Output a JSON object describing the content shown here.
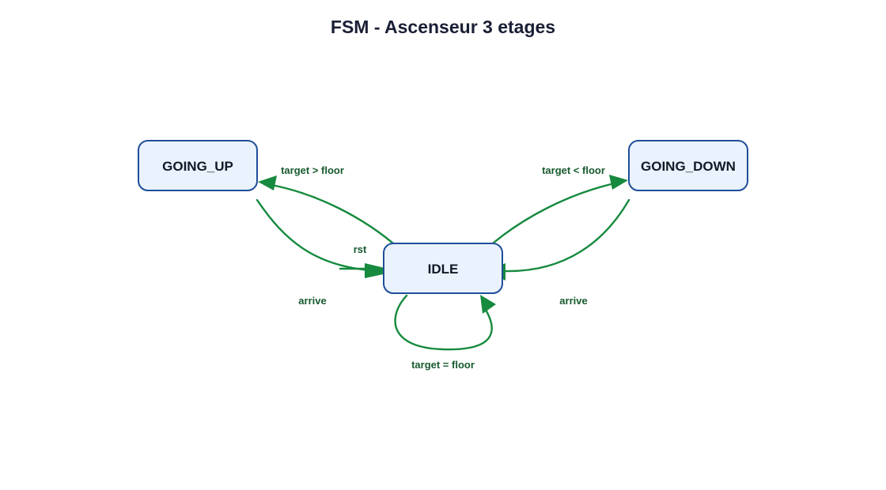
{
  "title": "FSM - Ascenseur 3 etages",
  "colors": {
    "title": "#1a1f36",
    "state_fill": "#eaf2fd",
    "state_stroke": "#1f4e99",
    "state_text": "#111827",
    "edge": "#168a3e",
    "edge_label": "#175a2e"
  },
  "states": [
    {
      "id": "going_up",
      "label": "GOING_UP"
    },
    {
      "id": "idle",
      "label": "IDLE"
    },
    {
      "id": "going_down",
      "label": "GOING_DOWN"
    }
  ],
  "transitions": [
    {
      "id": "idle-to-going-up",
      "from": "IDLE",
      "to": "GOING_UP",
      "label": "target > floor"
    },
    {
      "id": "idle-to-going-down",
      "from": "IDLE",
      "to": "GOING_DOWN",
      "label": "target < floor"
    },
    {
      "id": "going-up-to-idle",
      "from": "GOING_UP",
      "to": "IDLE",
      "label": "arrive"
    },
    {
      "id": "going-down-to-idle",
      "from": "GOING_DOWN",
      "to": "IDLE",
      "label": "arrive"
    },
    {
      "id": "reset-to-idle",
      "from": "",
      "to": "IDLE",
      "label": "rst"
    },
    {
      "id": "idle-self-loop",
      "from": "IDLE",
      "to": "IDLE",
      "label": "target = floor"
    }
  ]
}
